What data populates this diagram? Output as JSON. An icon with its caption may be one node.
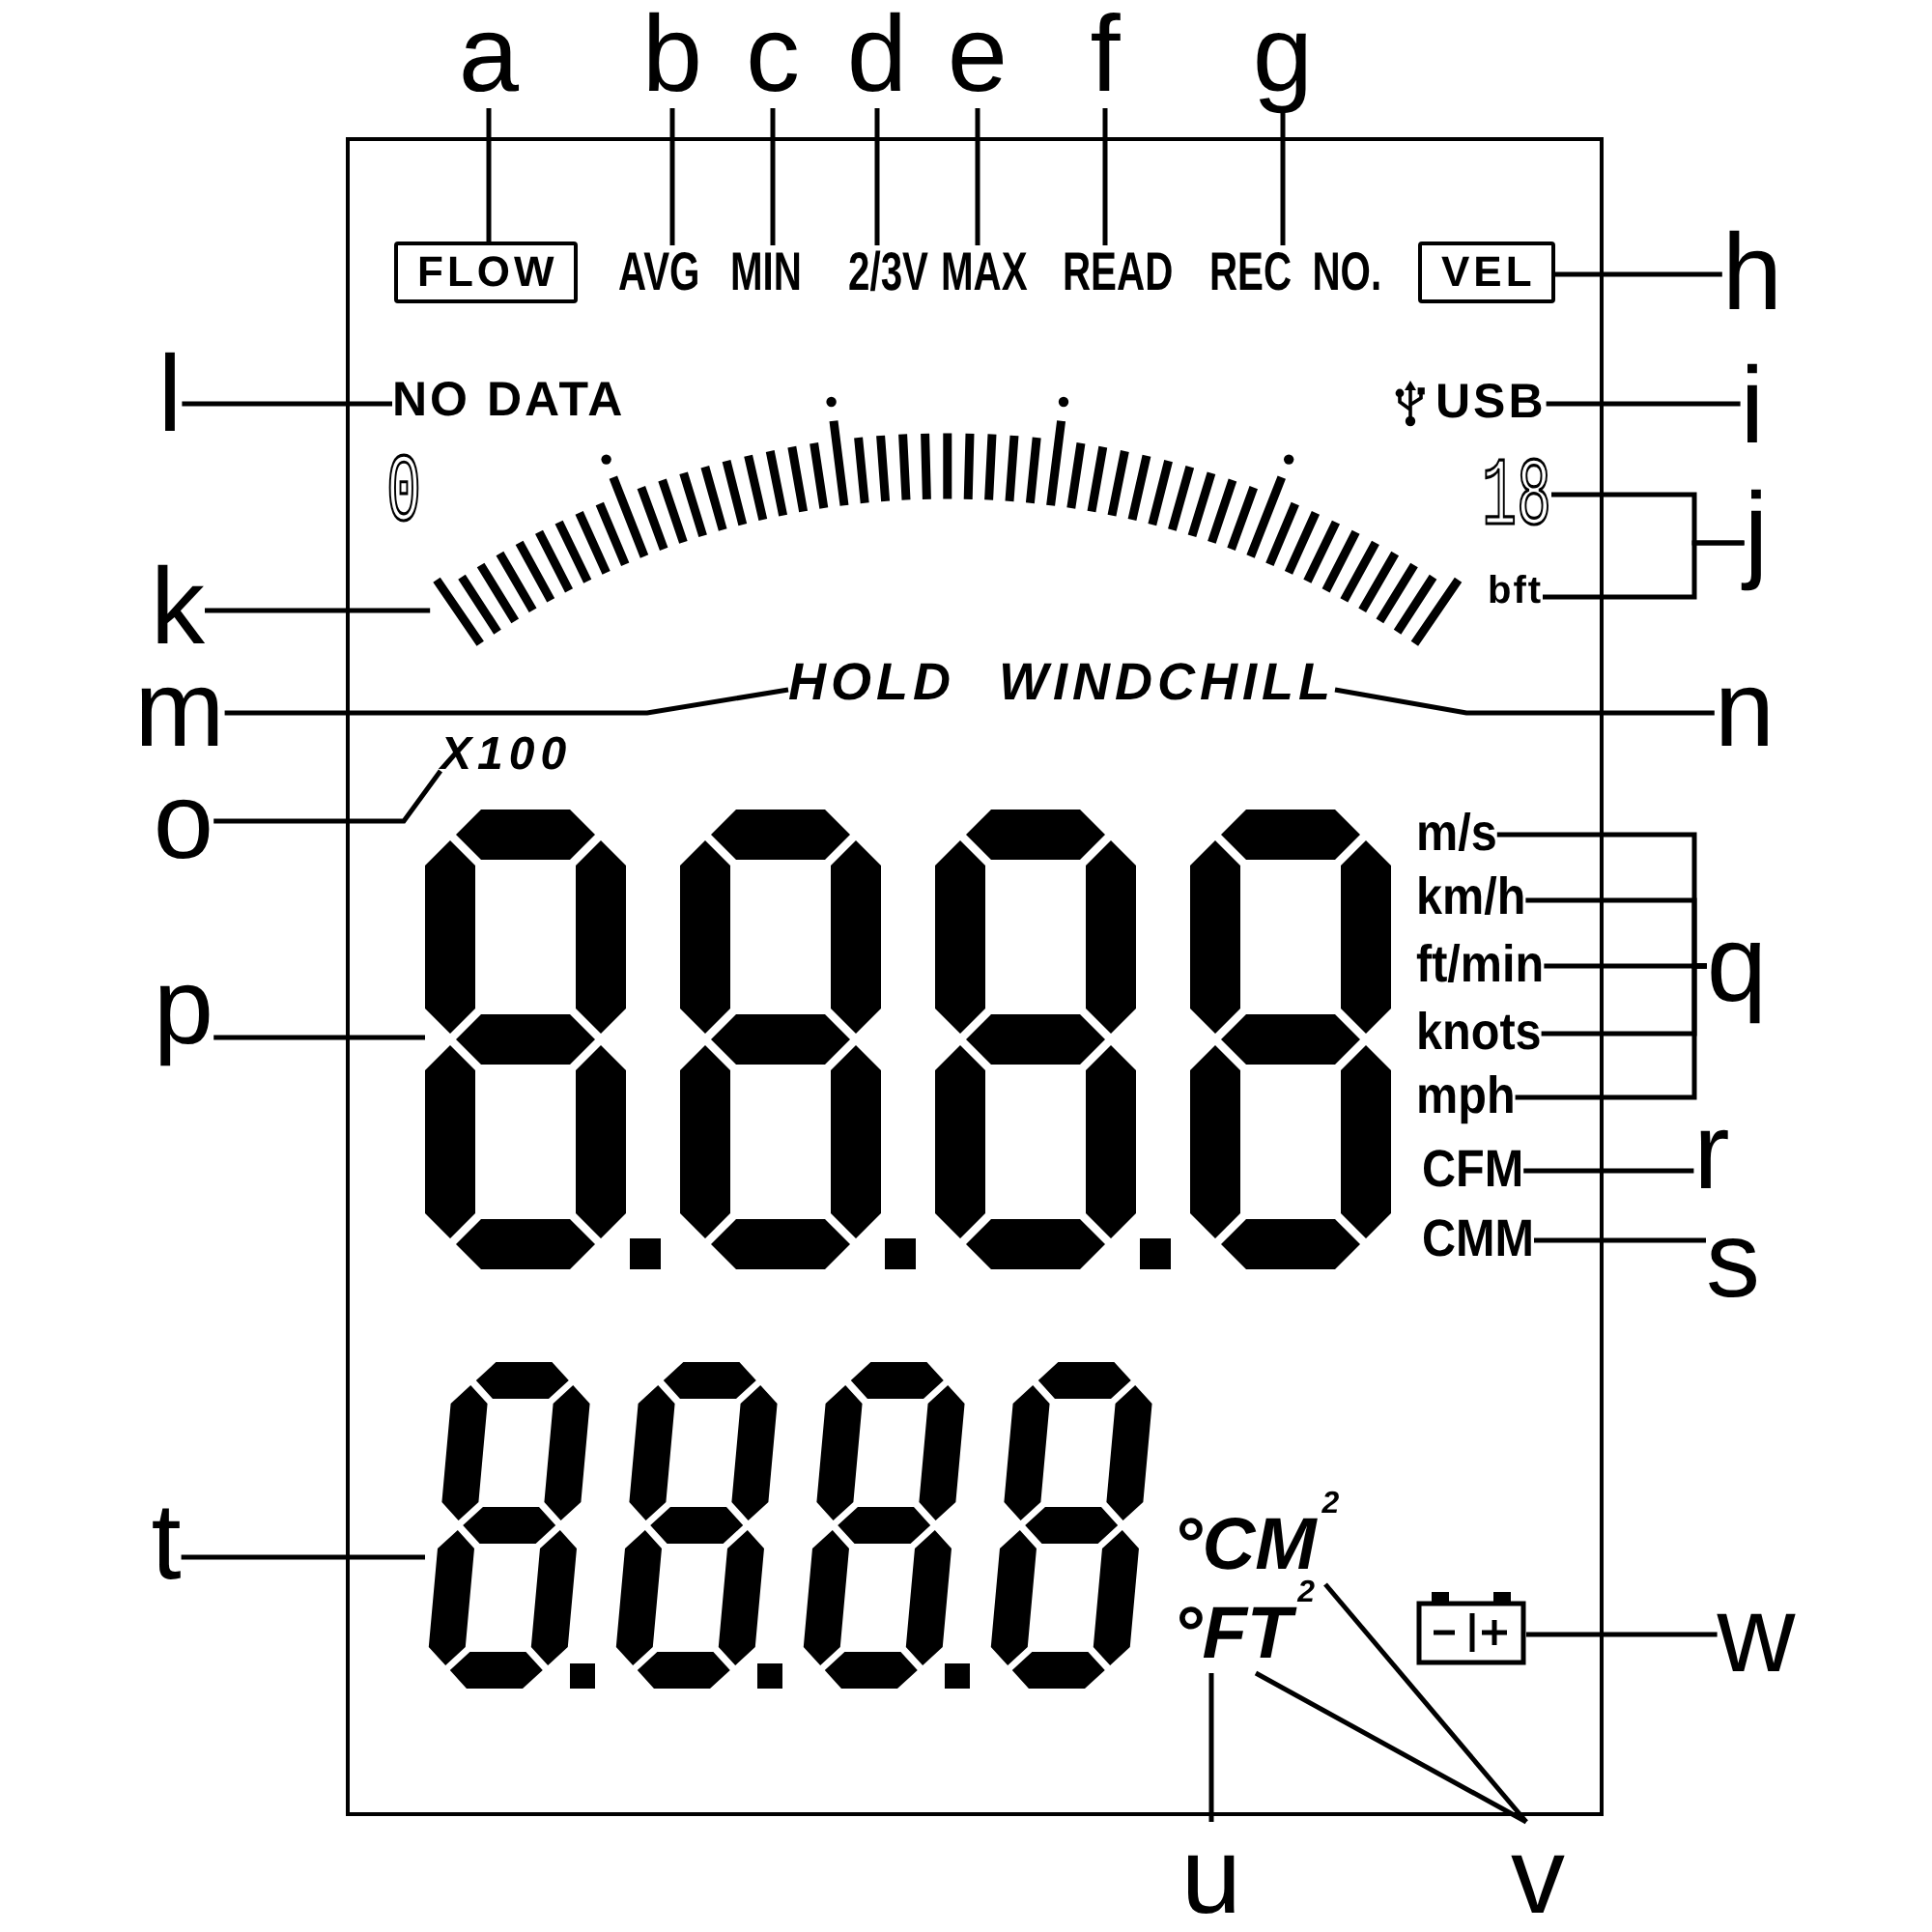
{
  "diagram": {
    "nodes": [
      {
        "text": [],
        "shape": "box"
      },
      {
        "text": [
          "a"
        ]
      },
      {
        "text": [
          "b"
        ]
      },
      {
        "text": [
          "c"
        ]
      },
      {
        "text": [
          "d"
        ]
      },
      {
        "text": [
          "e"
        ]
      },
      {
        "text": [
          "f"
        ]
      },
      {
        "text": [
          "g"
        ]
      },
      {
        "text": [
          "FLOW"
        ],
        "in": 0
      },
      {
        "text": [
          "AVG"
        ],
        "in": 0
      },
      {
        "text": [
          "MIN"
        ],
        "in": 0
      },
      {
        "text": [
          "2/3V"
        ],
        "in": 0
      },
      {
        "text": [
          "MAX"
        ],
        "in": 0
      },
      {
        "text": [
          "READ"
        ],
        "in": 0
      },
      {
        "text": [
          "REC NO."
        ],
        "in": 0
      },
      {
        "text": [
          "VEL"
        ],
        "in": 0
      },
      {
        "text": [
          "h"
        ]
      },
      {
        "text": [
          "l"
        ]
      },
      {
        "text": [
          "NO DATA"
        ],
        "in": 0
      },
      {
        "text": [
          "USB"
        ],
        "in": 0
      },
      {
        "text": [
          "i"
        ]
      },
      {
        "text": [
          "18"
        ],
        "in": 0
      },
      {
        "text": [
          "j"
        ]
      },
      {
        "text": [
          "k"
        ]
      },
      {
        "text": [],
        "shape": "picture",
        "in": 0
      },
      {
        "text": [
          "bft"
        ],
        "in": 0
      },
      {
        "text": [
          "m"
        ]
      },
      {
        "text": [
          "HOLD"
        ],
        "in": 0
      },
      {
        "text": [
          "WINDCHILL"
        ],
        "in": 0
      },
      {
        "text": [
          "n"
        ]
      },
      {
        "text": [
          "o"
        ]
      },
      {
        "text": [
          "X100"
        ],
        "in": 0
      },
      {
        "text": [
          "p"
        ]
      },
      {
        "text": [],
        "shape": "picture",
        "in": 0
      },
      {
        "text": [
          "m/s"
        ],
        "in": 0
      },
      {
        "text": [
          "q"
        ]
      },
      {
        "text": [
          "km/h"
        ],
        "in": 0
      },
      {
        "text": [
          "ft/min"
        ],
        "in": 0
      },
      {
        "text": [
          "knots"
        ],
        "in": 0
      },
      {
        "text": [
          "mph"
        ],
        "in": 0
      },
      {
        "text": [
          "CFM"
        ],
        "in": 0
      },
      {
        "text": [
          "r"
        ]
      },
      {
        "text": [
          "CMM"
        ],
        "in": 0
      },
      {
        "text": [
          "s"
        ]
      },
      {
        "text": [
          "t"
        ]
      },
      {
        "text": [],
        "shape": "picture",
        "in": 0
      },
      {
        "text": [
          "°CM$^{2}$"
        ],
        "in": 0
      },
      {
        "text": [
          "°FT$^{2}$"
        ],
        "in": 0
      },
      {
        "text": [],
        "shape": "battery",
        "in": 0
      },
      {
        "text": [
          "w"
        ]
      },
      {
        "text": [
          "u"
        ]
      },
      {
        "text": [
          "v"
        ]
      }
    ],
    "edges": [
      {
        "from": 1,
        "to": 8,
        "arrow": "none"
      },
      {
        "from": 2,
        "to": 9,
        "arrow": "none"
      },
      {
        "from": 3,
        "to": 10,
        "arrow": "none"
      },
      {
        "from": 4,
        "to": 11,
        "arrow": "none"
      },
      {
        "from": 5,
        "to": 12,
        "arrow": "none"
      },
      {
        "from": 6,
        "to": 13,
        "arrow": "none"
      },
      {
        "from": 7,
        "to": 14,
        "arrow": "none"
      },
      {
        "from": 16,
        "to": 15,
        "arrow": "none"
      },
      {
        "from": 17,
        "to": 18,
        "arrow": "none"
      },
      {
        "from": 20,
        "to": 19,
        "arrow": "none"
      },
      {
        "from": 22,
        "to": 21,
        "arrow": "none"
      },
      {
        "from": 22,
        "to": 25,
        "arrow": "none"
      },
      {
        "from": 23,
        "to": 24,
        "arrow": "none"
      },
      {
        "from": 26,
        "to": 27,
        "arrow": "none"
      },
      {
        "from": 29,
        "to": 28,
        "arrow": "none"
      },
      {
        "from": 30,
        "to": 31,
        "arrow": "none"
      },
      {
        "from": 32,
        "to": 33,
        "arrow": "none"
      },
      {
        "from": 35,
        "to": 34,
        "arrow": "none"
      },
      {
        "from": 35,
        "to": 36,
        "arrow": "none"
      },
      {
        "from": 35,
        "to": 37,
        "arrow": "none"
      },
      {
        "from": 35,
        "to": 38,
        "arrow": "none"
      },
      {
        "from": 35,
        "to": 39,
        "arrow": "none"
      },
      {
        "from": 41,
        "to": 40,
        "arrow": "none"
      },
      {
        "from": 43,
        "to": 42,
        "arrow": "none"
      },
      {
        "from": 44,
        "to": 45,
        "arrow": "none"
      },
      {
        "from": 50,
        "to": 47,
        "arrow": "none"
      },
      {
        "from": 51,
        "to": 46,
        "arrow": "none"
      },
      {
        "from": 51,
        "to": 47,
        "arrow": "none"
      },
      {
        "from": 49,
        "to": 48,
        "arrow": "none"
      }
    ],
    "labels": [
      "0"
    ]
  }
}
